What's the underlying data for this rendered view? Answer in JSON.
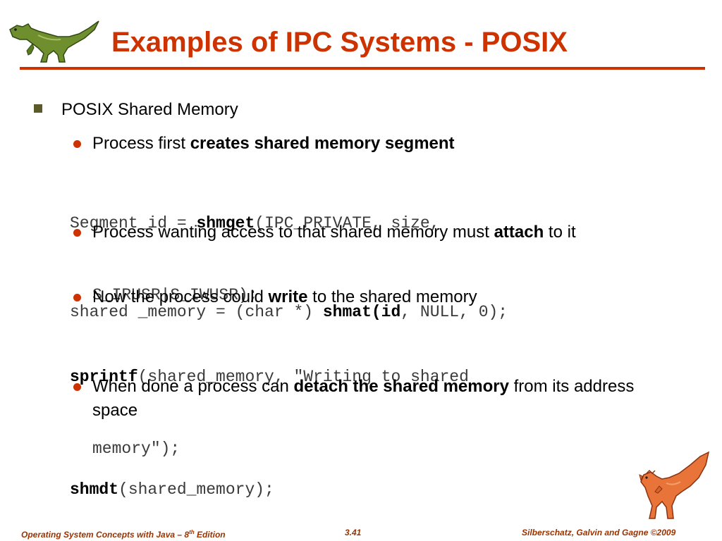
{
  "colors": {
    "title": "#cc3300",
    "rule": "#cc3300",
    "bullet_square": "#5a5a2a",
    "bullet_dot": "#cc3300",
    "footer": "#993300",
    "code_text": "#3a3a3a"
  },
  "logos": {
    "top": "green-dinosaur",
    "bottom": "orange-dinosaur"
  },
  "title": "Examples of IPC Systems - POSIX",
  "main": {
    "heading": "POSIX Shared Memory",
    "items": [
      {
        "pre": "Process first ",
        "bold": "creates shared memory segment",
        "post": "",
        "code": {
          "line1_pre": "Segment_id = ",
          "line1_bold": "shmget",
          "line1_post": "(IPC_PRIVATE, size,",
          "line2": "S_IRUSR|S_IWUSR);"
        }
      },
      {
        "pre": "Process wanting access to that shared memory must ",
        "bold": "attach",
        "post": " to it",
        "code": {
          "line1_pre": "shared _memory = (char *) ",
          "line1_bold": "shmat(id",
          "line1_post": ", NULL, 0);"
        }
      },
      {
        "pre": "Now the process could ",
        "bold": "write",
        "post": " to the shared memory",
        "code": {
          "line1_bold": "sprintf",
          "line1_post": "(shared_memory, \"Writing to shared",
          "line2": "memory\");"
        }
      },
      {
        "pre": "When done a process can ",
        "bold": "detach the shared memory",
        "post": " from its address space",
        "code": {
          "line1_bold": "shmdt",
          "line1_post": "(shared_memory);"
        }
      }
    ]
  },
  "footer": {
    "book_title": "Operating System Concepts  with Java – 8",
    "book_title_sup": "th",
    "book_title_post": " Edition",
    "page_number": "3.41",
    "authors": "Silberschatz, Galvin and Gagne ©2009"
  }
}
